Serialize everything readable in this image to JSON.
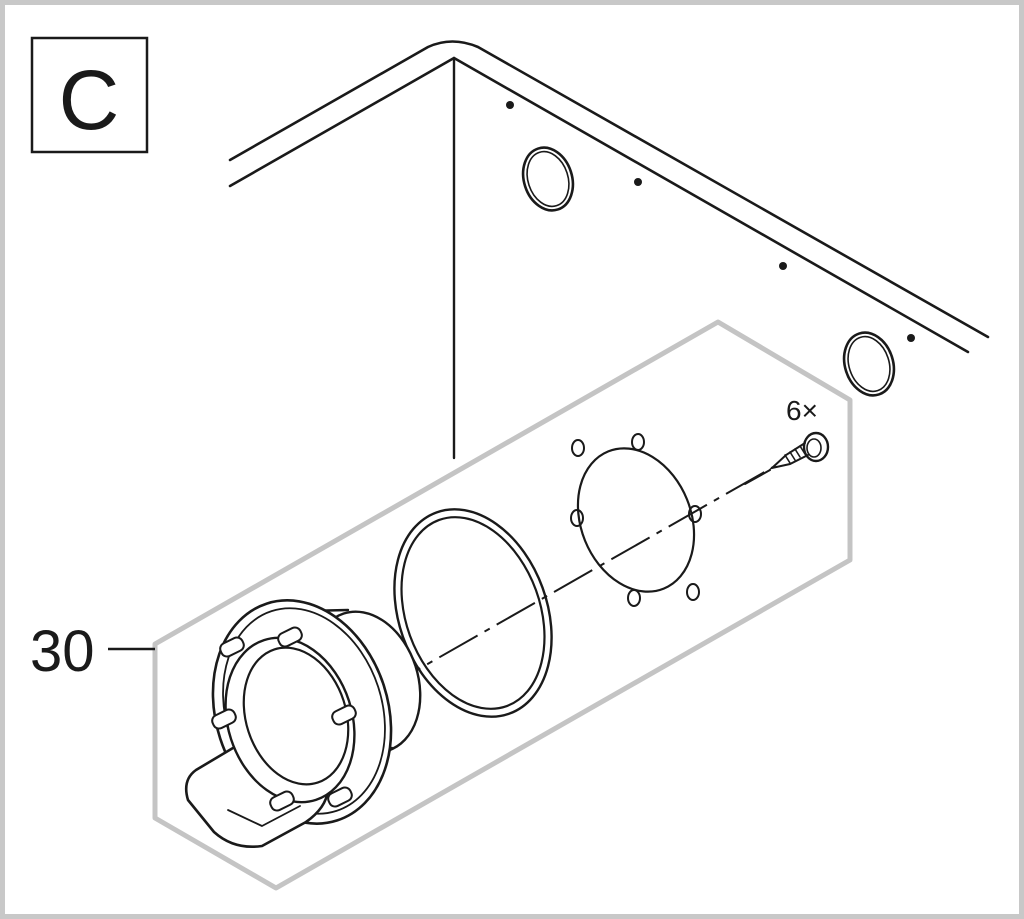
{
  "diagram": {
    "step_label": "C",
    "part_callout": "30",
    "screw_quantity": "6×"
  },
  "colors": {
    "outer_frame": "#c8c8c8",
    "highlight_frame": "#c4c4c4",
    "ink": "#1a1a1a",
    "background": "#ffffff"
  },
  "icons": {
    "cabinet": "cabinet-underside-icon",
    "spout": "drain-spout-icon",
    "seal": "o-ring-seal-icon",
    "gasket": "gasket-icon",
    "screw": "screw-icon"
  }
}
